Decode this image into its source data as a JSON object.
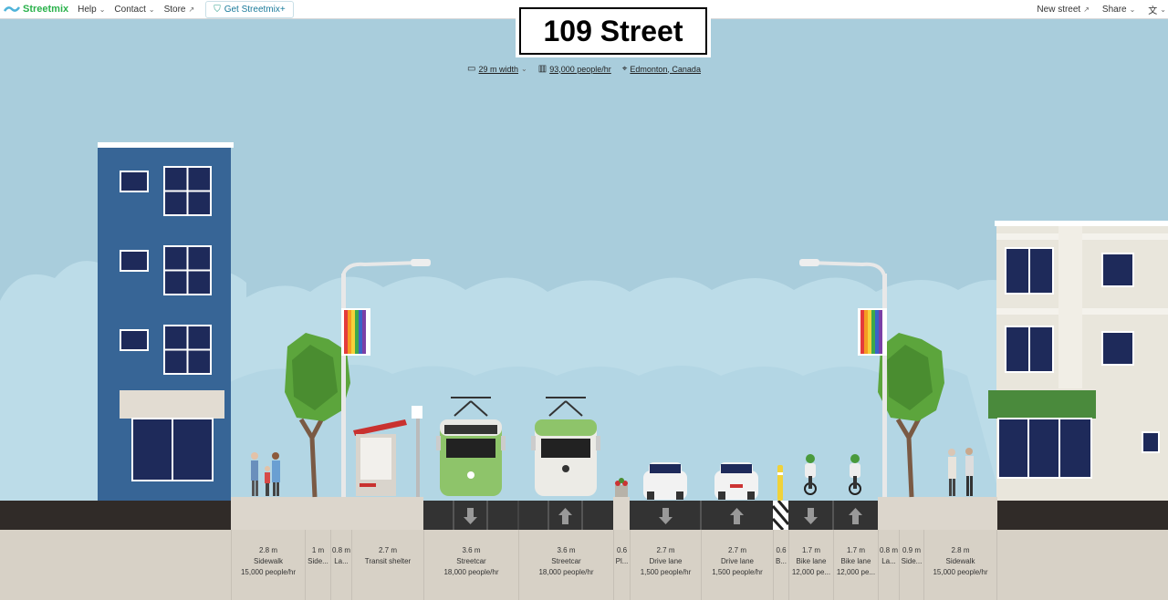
{
  "menubar": {
    "brand": "Streetmix",
    "help": "Help",
    "contact": "Contact",
    "store": "Store",
    "get_plus": "Get Streetmix+",
    "new_street": "New street",
    "share": "Share",
    "lang_icon": "translate-icon"
  },
  "street": {
    "name": "109 Street",
    "width": "29 m width",
    "capacity": "93,000 people/hr",
    "location": "Edmonton, Canada"
  },
  "colors": {
    "sky": "#a9cddc",
    "asphalt": "#2f2f2f",
    "sidewalk": "#dcd6cc",
    "ground": "#d7d1c6",
    "building_left": "#376596",
    "streetcar": "#8ec46a",
    "brand": "#2bb24c"
  },
  "segments": [
    {
      "width": "2.8 m",
      "name": "Sidewalk",
      "people": "15,000 people/hr"
    },
    {
      "width": "1 m",
      "name": "Side...",
      "people": ""
    },
    {
      "width": "0.8 m",
      "name": "La...",
      "people": ""
    },
    {
      "width": "2.7 m",
      "name": "Transit shelter",
      "people": ""
    },
    {
      "width": "3.6 m",
      "name": "Streetcar",
      "people": "18,000 people/hr"
    },
    {
      "width": "3.6 m",
      "name": "Streetcar",
      "people": "18,000 people/hr"
    },
    {
      "width": "0.6",
      "name": "Pl...",
      "people": ""
    },
    {
      "width": "2.7 m",
      "name": "Drive lane",
      "people": "1,500 people/hr"
    },
    {
      "width": "2.7 m",
      "name": "Drive lane",
      "people": "1,500 people/hr"
    },
    {
      "width": "0.6",
      "name": "B...",
      "people": ""
    },
    {
      "width": "1.7 m",
      "name": "Bike lane",
      "people": "12,000 pe..."
    },
    {
      "width": "1.7 m",
      "name": "Bike lane",
      "people": "12,000 pe..."
    },
    {
      "width": "0.8 m",
      "name": "La...",
      "people": ""
    },
    {
      "width": "0.9 m",
      "name": "Side...",
      "people": ""
    },
    {
      "width": "2.8 m",
      "name": "Sidewalk",
      "people": "15,000 people/hr"
    }
  ]
}
